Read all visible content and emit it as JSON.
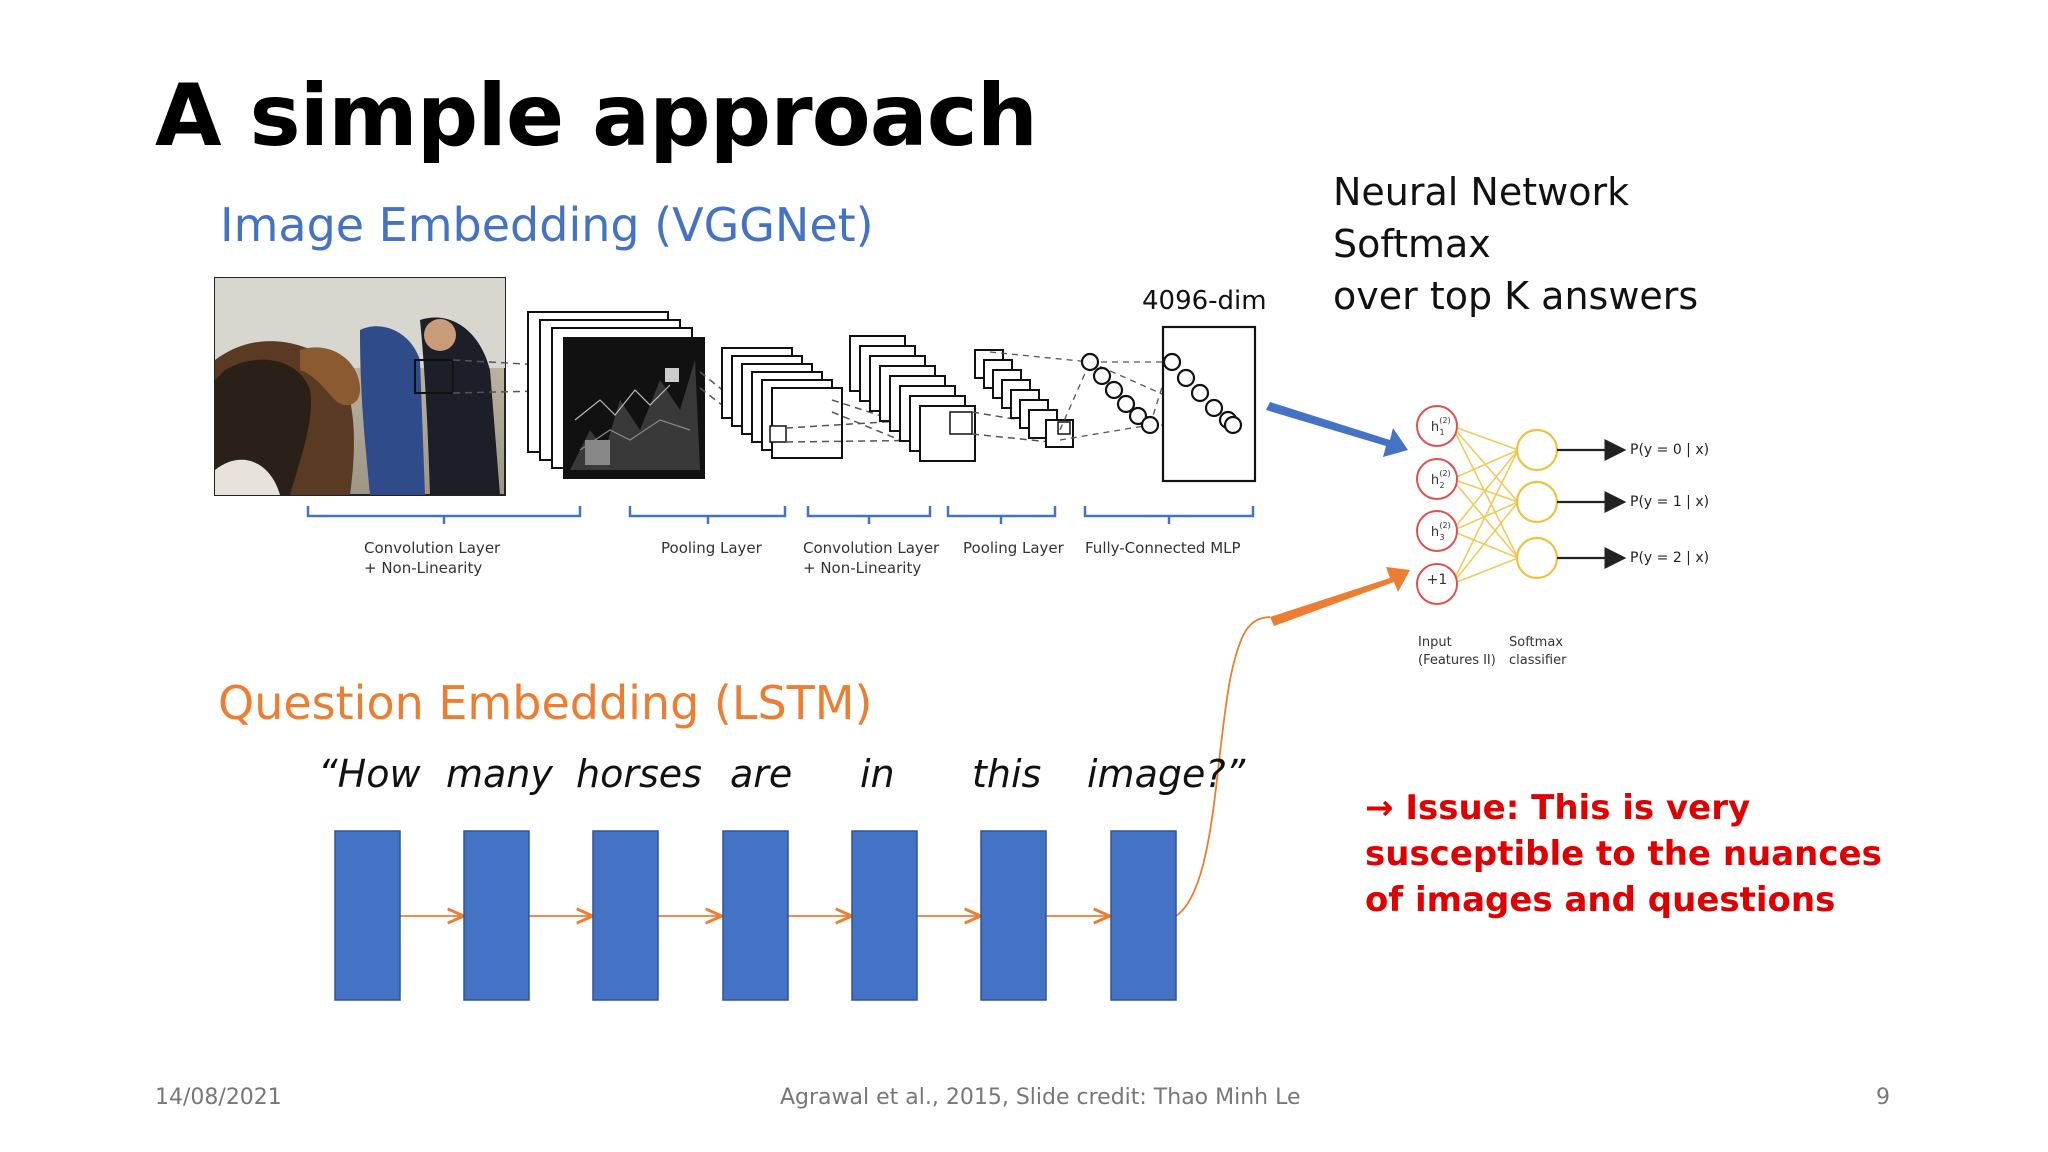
{
  "slide": {
    "title": "A simple approach",
    "footer_date": "14/08/2021",
    "footer_credit": "Agrawal et al., 2015, Slide credit: Thao Minh Le",
    "page_number": "9"
  },
  "image_embedding": {
    "title": "Image Embedding (VGGNet)",
    "dim_label": "4096-dim",
    "layers": [
      {
        "line1": "Convolution Layer",
        "line2": "+ Non-Linearity"
      },
      {
        "line1": "Pooling Layer",
        "line2": ""
      },
      {
        "line1": "Convolution Layer",
        "line2": "+ Non-Linearity"
      },
      {
        "line1": "Pooling Layer",
        "line2": ""
      },
      {
        "line1": "Fully-Connected MLP",
        "line2": ""
      }
    ]
  },
  "neural_network": {
    "lines": [
      "Neural Network",
      "Softmax",
      "over top K answers"
    ],
    "outputs": [
      "P(y = 0 | x)",
      "P(y = 1 | x)",
      "P(y = 2 | x)"
    ],
    "bias_label": "+1",
    "input_label": [
      "Input",
      "(Features II)"
    ],
    "softmax_label": [
      "Softmax",
      "classifier"
    ]
  },
  "question_embedding": {
    "title": "Question Embedding (LSTM)",
    "words": [
      "“How",
      "many",
      "horses",
      "are",
      "in",
      "this",
      "image?”"
    ]
  },
  "issue_text": "→ Issue: This is very susceptible to the nuances of images and questions",
  "colors": {
    "blue": "#4472c4",
    "orange": "#ed7d31",
    "red": "#e00000",
    "neuron_red": "#e05050",
    "neuron_yellow": "#f0c040"
  }
}
